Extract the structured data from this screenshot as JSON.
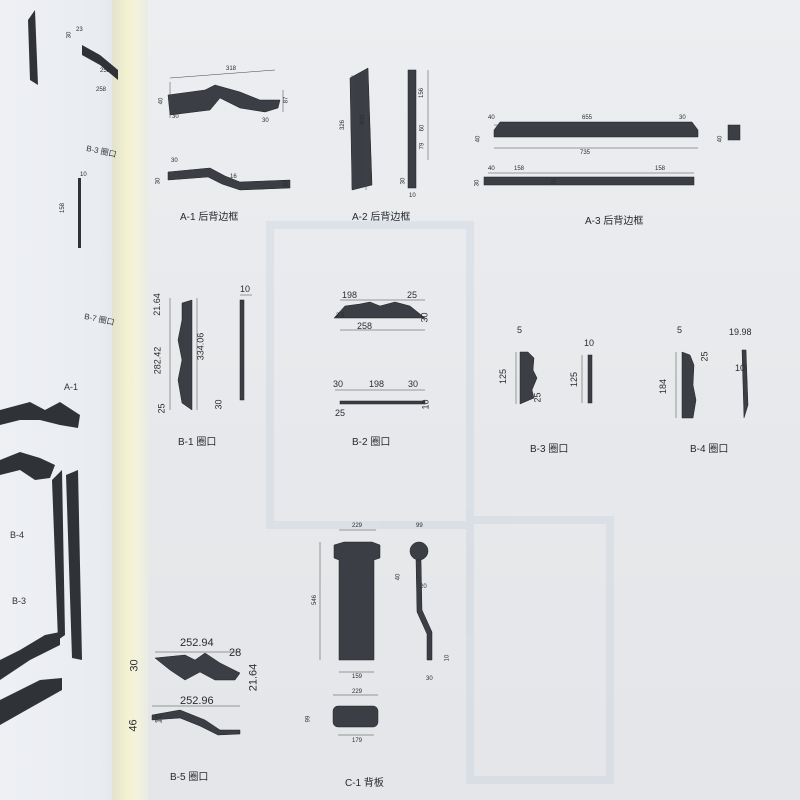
{
  "left_page": {
    "captions": [
      "B-3 圈口",
      "B-7 圈口"
    ],
    "callouts": [
      "A-1",
      "B-4",
      "B-3"
    ],
    "dims": [
      "158",
      "10",
      "23",
      "30",
      "258",
      "258"
    ]
  },
  "parts": {
    "a1": {
      "caption": "A-1 后背边框",
      "dims": [
        "318",
        "40",
        "30",
        "87",
        "30",
        "30",
        "30",
        "16",
        "30"
      ]
    },
    "a2": {
      "caption": "A-2 后背边框",
      "dims": [
        "326",
        "400",
        "156",
        "60",
        "79",
        "30",
        "10"
      ]
    },
    "a3": {
      "caption": "A-3 后背边框",
      "dims": [
        "40",
        "655",
        "30",
        "40",
        "735",
        "40",
        "158",
        "158",
        "30",
        "10",
        "40"
      ]
    },
    "b1": {
      "caption": "B-1 圈口",
      "dims": [
        "21.64",
        "282.42",
        "334.06",
        "25",
        "10",
        "30"
      ]
    },
    "b2": {
      "caption": "B-2 圈口",
      "dims": [
        "198",
        "25",
        "30",
        "258",
        "2.5",
        "30",
        "198",
        "30",
        "10",
        "25"
      ]
    },
    "b3": {
      "caption": "B-3 圈口",
      "dims": [
        "5",
        "125",
        "25",
        "10",
        "125"
      ]
    },
    "b4": {
      "caption": "B-4 圈口",
      "dims": [
        "5",
        "184",
        "25",
        "19.98",
        "10"
      ]
    },
    "b5": {
      "caption": "B-5 圈口",
      "dims": [
        "252.94",
        "30",
        "28",
        "21.64",
        "252.96",
        "46",
        "10"
      ]
    },
    "c1": {
      "caption": "C-1 背板",
      "dims": [
        "229",
        "546",
        "159",
        "99",
        "40",
        "20",
        "10",
        "30",
        "229",
        "99",
        "179"
      ]
    }
  },
  "colors": {
    "part_fill": "#3b3e44",
    "page": "#e8eaed",
    "gutter": "#f2f1cf"
  }
}
